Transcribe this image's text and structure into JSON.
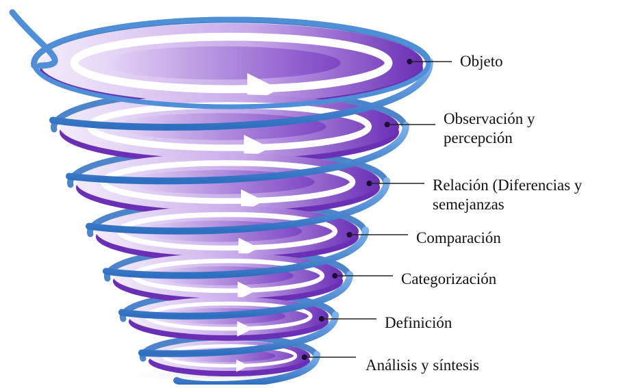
{
  "diagram": {
    "levels": [
      {
        "lines": [
          "Objeto"
        ]
      },
      {
        "lines": [
          "Observación y",
          "percepción"
        ]
      },
      {
        "lines": [
          "Relación (Diferencias y",
          "semejanzas"
        ]
      },
      {
        "lines": [
          "Comparación"
        ]
      },
      {
        "lines": [
          "Categorización"
        ]
      },
      {
        "lines": [
          "Definición"
        ]
      },
      {
        "lines": [
          "Análisis y síntesis"
        ]
      }
    ],
    "colors": {
      "disc_light": "#e9dcf6",
      "disc_mid": "#b48ee0",
      "disc_dark": "#6a2fb5",
      "ribbon": "#4f8fd8",
      "ribbon_dark": "#2f6fc0",
      "arrow": "#ffffff",
      "leader": "#222222"
    }
  }
}
